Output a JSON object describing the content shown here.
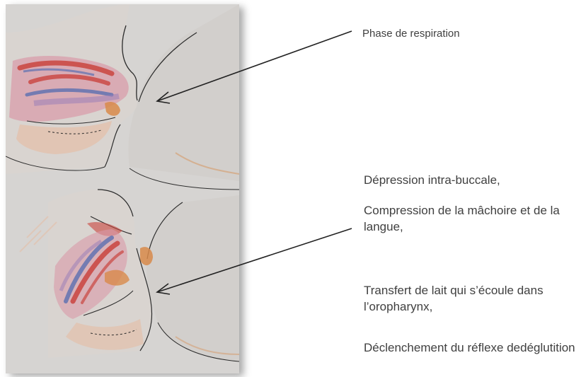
{
  "labels": {
    "top": "Phase de respiration",
    "depression": "Dépression intra-buccale,",
    "compression": "Compression de la mâchoire et de la langue,",
    "transfert": "Transfert de lait qui s’écoule dans l’oropharynx,",
    "declenchement": "Déclenchement du réflexe dedéglutition"
  },
  "colors": {
    "paper": "#d6d4d2",
    "pencil": "#2b2b2b",
    "skin": "#e8b89c",
    "red": "#c9443e",
    "blue": "#5a6fb0",
    "pink": "#d89aa8",
    "purple": "#9a7fb8",
    "orange": "#d8894a",
    "text": "#404040"
  },
  "icons": [
    "arrow-top",
    "arrow-bottom"
  ]
}
